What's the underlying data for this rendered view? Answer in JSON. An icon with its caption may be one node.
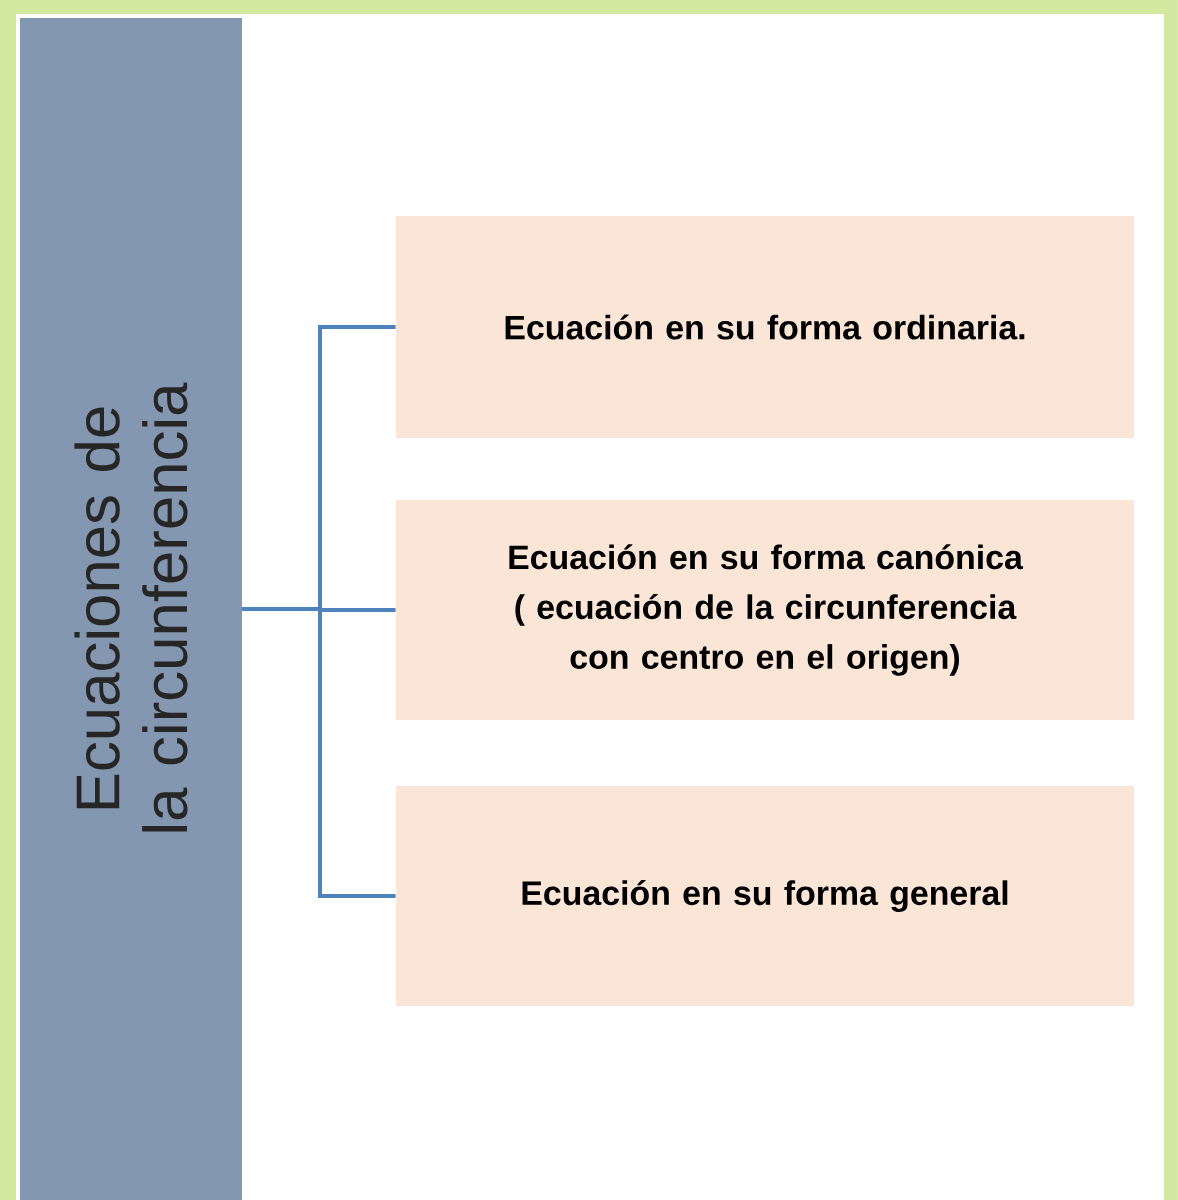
{
  "diagram": {
    "nodes": [
      {
        "text": [
          "Ecuaciones de la circunferencia"
        ]
      },
      {
        "text": [
          "Ecuación en su forma ordinaria."
        ]
      },
      {
        "text": [
          "Ecuación en su forma canónica ( ecuación de la circunferencia con centro en el origen)"
        ]
      },
      {
        "text": [
          "Ecuación en su forma general"
        ]
      }
    ],
    "edges": [
      {
        "from": 0,
        "to": 1,
        "arrow": "none"
      },
      {
        "from": 0,
        "to": 2,
        "arrow": "none"
      },
      {
        "from": 0,
        "to": 3,
        "arrow": "none"
      }
    ]
  }
}
